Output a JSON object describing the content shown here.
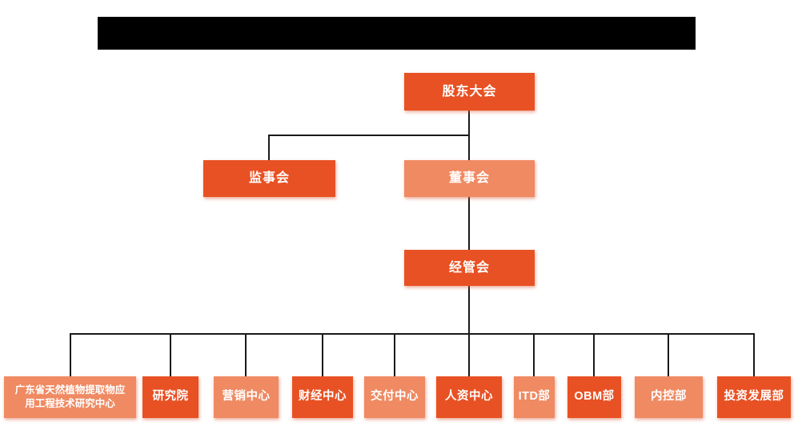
{
  "colors": {
    "dark_orange": "#E85123",
    "light_orange": "#EF8A62",
    "connector": "#1A1A1A",
    "redaction": "#000000",
    "node_text": "#FFFFFF",
    "background": "#FFFFFF"
  },
  "org_chart": {
    "nodes": {
      "shareholders_meeting": {
        "label": "股东大会"
      },
      "supervisory_board": {
        "label": "监事会"
      },
      "board_of_directors": {
        "label": "董事会"
      },
      "management_committee": {
        "label": "经管会"
      }
    },
    "departments": [
      {
        "label": "广东省天然植物提取物应\n用工程技术研究中心",
        "tone": "light"
      },
      {
        "label": "研究院",
        "tone": "dark"
      },
      {
        "label": "营销中心",
        "tone": "light"
      },
      {
        "label": "财经中心",
        "tone": "dark"
      },
      {
        "label": "交付中心",
        "tone": "light"
      },
      {
        "label": "人资中心",
        "tone": "dark"
      },
      {
        "label": "ITD部",
        "tone": "light"
      },
      {
        "label": "OBM部",
        "tone": "dark"
      },
      {
        "label": "内控部",
        "tone": "light"
      },
      {
        "label": "投资发展部",
        "tone": "dark"
      }
    ]
  }
}
